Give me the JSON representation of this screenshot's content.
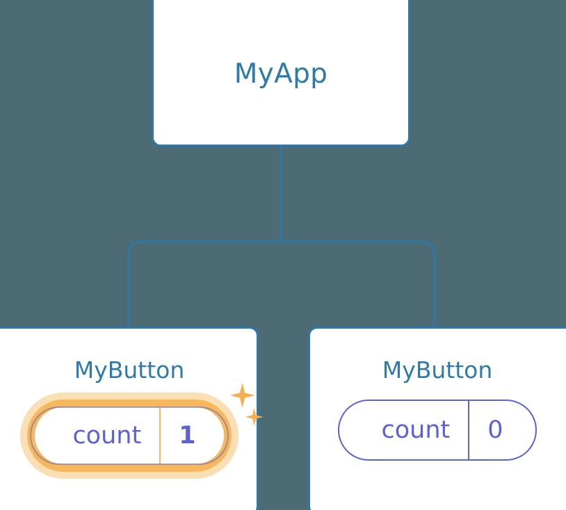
{
  "diagram": {
    "type": "component-tree",
    "background_color": "#4d6b75",
    "node_border_color": "#2e78a8",
    "node_text_color": "#2e7aa8",
    "state_color": "#5a62d6",
    "highlight_color": "#f7b85c",
    "highlight_glow_color": "#fadfb4",
    "root": {
      "label": "MyApp"
    },
    "children": [
      {
        "label": "MyButton",
        "state": {
          "key": "count",
          "value": "1"
        },
        "highlighted": true,
        "sparkle_icons": [
          "sparkle-large-icon",
          "sparkle-small-icon"
        ]
      },
      {
        "label": "MyButton",
        "state": {
          "key": "count",
          "value": "0"
        },
        "highlighted": false
      }
    ]
  }
}
